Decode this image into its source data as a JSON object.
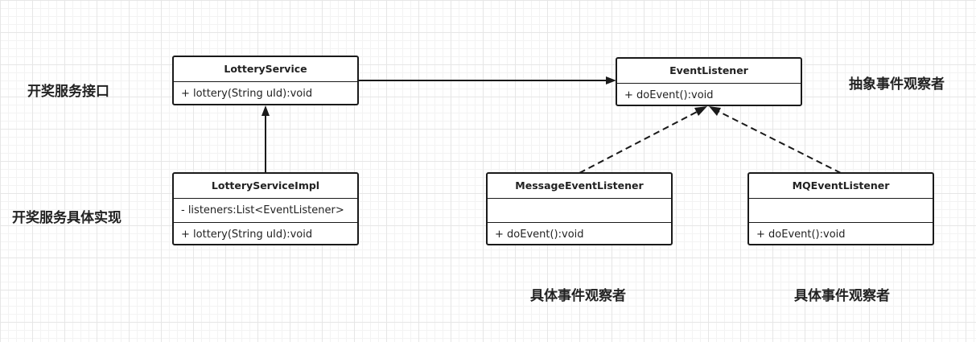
{
  "classes": {
    "lottery_service": {
      "name": "LotteryService",
      "methods": [
        "+ lottery(String uId):void"
      ]
    },
    "lottery_service_impl": {
      "name": "LotteryServiceImpl",
      "fields": [
        "- listeners:List<EventListener>"
      ],
      "methods": [
        "+ lottery(String uId):void"
      ]
    },
    "event_listener": {
      "name": "EventListener",
      "methods": [
        "+ doEvent():void"
      ]
    },
    "message_event_listener": {
      "name": "MessageEventListener",
      "fields": [],
      "methods": [
        "+ doEvent():void"
      ]
    },
    "mq_event_listener": {
      "name": "MQEventListener",
      "fields": [],
      "methods": [
        "+ doEvent():void"
      ]
    }
  },
  "notes": {
    "service_interface": "开奖服务接口",
    "service_impl": "开奖服务具体实现",
    "abstract_observer": "抽象事件观察者",
    "concrete_observer_1": "具体事件观察者",
    "concrete_observer_2": "具体事件观察者"
  },
  "relations": [
    {
      "from": "lottery_service_impl",
      "to": "lottery_service",
      "style": "solid",
      "arrow": "filled"
    },
    {
      "from": "lottery_service",
      "to": "event_listener",
      "style": "solid",
      "arrow": "filled"
    },
    {
      "from": "message_event_listener",
      "to": "event_listener",
      "style": "dashed",
      "arrow": "filled"
    },
    {
      "from": "mq_event_listener",
      "to": "event_listener",
      "style": "dashed",
      "arrow": "filled"
    }
  ],
  "colors": {
    "line": "#1a1a1a",
    "grid": "#e6e6e6",
    "background": "#ffffff"
  }
}
